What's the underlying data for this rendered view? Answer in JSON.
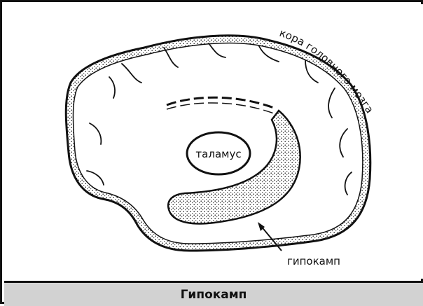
{
  "diagram": {
    "labels": {
      "cortex": "кора головного мозга",
      "thalamus": "таламус",
      "hippocampus": "гипокамп"
    },
    "caption": "Гипокамп"
  }
}
